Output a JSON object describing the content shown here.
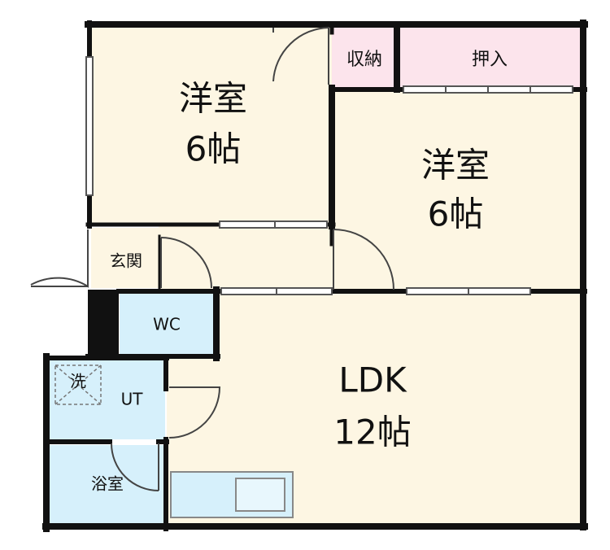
{
  "floor_plan": {
    "rooms": {
      "western_room_a": {
        "name": "洋室",
        "size": "6帖"
      },
      "western_room_b": {
        "name": "洋室",
        "size": "6帖"
      },
      "storage": {
        "name": "収納"
      },
      "closet": {
        "name": "押入"
      },
      "entrance": {
        "name": "玄関"
      },
      "toilet": {
        "name": "WC"
      },
      "utility": {
        "name": "UT"
      },
      "washer": {
        "name": "洗"
      },
      "bathroom": {
        "name": "浴室"
      },
      "ldk": {
        "name": "LDK",
        "size": "12帖"
      }
    },
    "colors": {
      "tatami_floor": "#fdf6e3",
      "closet": "#fce4ec",
      "wet_area": "#d6f0fb",
      "wall": "#111111"
    }
  }
}
